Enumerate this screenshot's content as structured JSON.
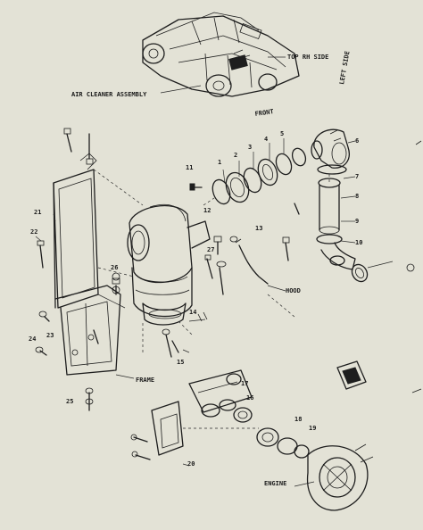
{
  "labels": {
    "air_cleaner_assembly": "AIR CLEANER ASSEMBLY",
    "frame_label": "FRAME",
    "hood": "HOOD",
    "engine": "ENGINE",
    "top_right": "TOP RH SIDE",
    "front_view": "FRONT",
    "left_side": "LEFT SIDE"
  },
  "callouts": {
    "c1": "1",
    "c2": "2",
    "c3": "3",
    "c4": "4",
    "c5": "5",
    "c6": "6",
    "c7": "7",
    "c8": "8",
    "c9": "9",
    "c10": "10",
    "c11": "11",
    "c12": "12",
    "c13": "13",
    "c14": "14",
    "c15": "15",
    "c16": "16",
    "c17": "17",
    "c18": "18",
    "c19": "19",
    "c20": "20",
    "c21": "21",
    "c22": "22",
    "c23": "23",
    "c24": "24",
    "c25": "25",
    "c26": "26",
    "c27": "27"
  },
  "colors": {
    "paper": "#e3e2d6",
    "ink": "#1e1e1e"
  }
}
